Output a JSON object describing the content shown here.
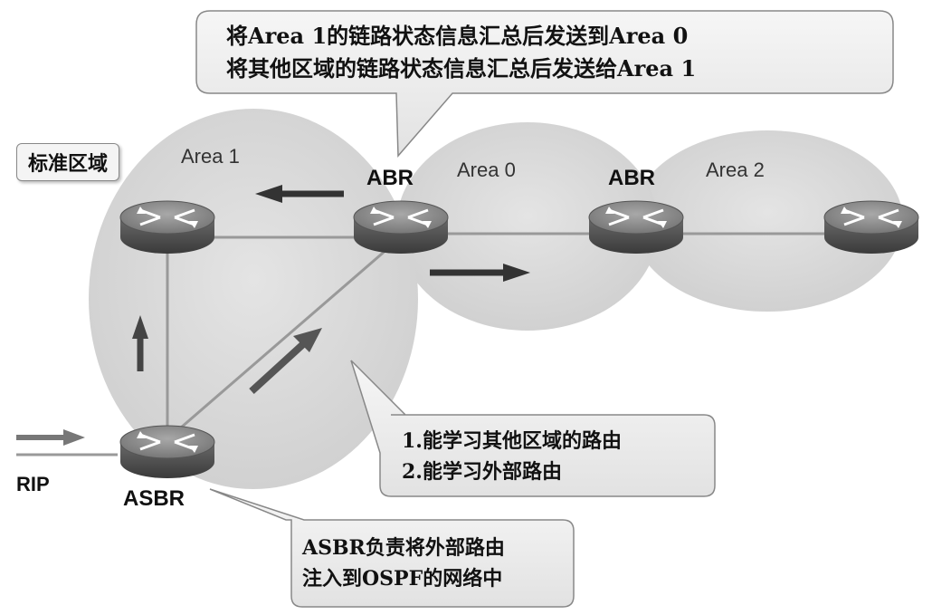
{
  "tag_standard_area": "标准区域",
  "areas": {
    "area1": "Area 1",
    "area0": "Area 0",
    "area2": "Area 2"
  },
  "labels": {
    "abr_left": "ABR",
    "abr_right": "ABR",
    "asbr": "ASBR",
    "rip": "RIP"
  },
  "callout_top": {
    "line1": "将Area 1的链路状态信息汇总后发送到Area 0",
    "line2": "将其他区域的链路状态信息汇总后发送给Area 1"
  },
  "callout_mid": {
    "line1": "1.能学习其他区域的路由",
    "line2": "2.能学习外部路由"
  },
  "callout_bottom": {
    "line1": "ASBR负责将外部路由",
    "line2": "注入到OSPF的网络中"
  }
}
